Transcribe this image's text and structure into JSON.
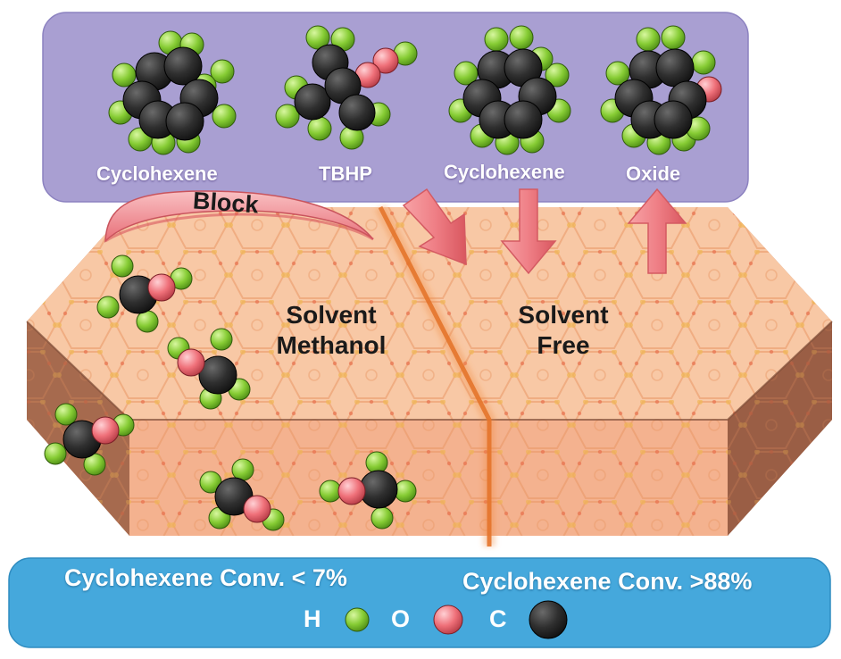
{
  "reactants": {
    "molecule_1": "Cyclohexene",
    "molecule_2": "TBHP",
    "molecule_3": "Cyclohexene",
    "molecule_4": "Oxide"
  },
  "block_label": "Block",
  "zones": {
    "left": {
      "line1": "Solvent",
      "line2": "Methanol"
    },
    "right": {
      "line1": "Solvent",
      "line2": "Free"
    }
  },
  "conversion": {
    "left": "Cyclohexene Conv. < 7%",
    "right": "Cyclohexene Conv. >88%"
  },
  "legend": {
    "h": "H",
    "o": "O",
    "c": "C"
  },
  "colors": {
    "top_panel": "#a99fd2",
    "bottom_panel": "#45a8dc",
    "crystal_top": "#f8c7a4",
    "crystal_side": "#a96b4f",
    "arrow": "#f08a8e",
    "carbon": "#2b2b2b",
    "hydrogen": "#8fd43c",
    "oxygen": "#f0737d"
  }
}
